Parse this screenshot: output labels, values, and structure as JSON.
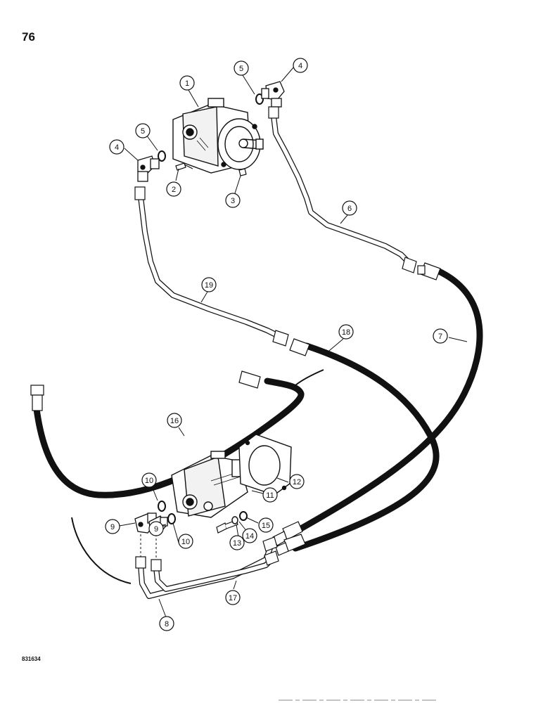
{
  "page_number": "76",
  "figure_code": "831634",
  "callouts": [
    {
      "label": "1"
    },
    {
      "label": "2"
    },
    {
      "label": "3"
    },
    {
      "label": "4"
    },
    {
      "label": "4"
    },
    {
      "label": "5"
    },
    {
      "label": "5"
    },
    {
      "label": "6"
    },
    {
      "label": "7"
    },
    {
      "label": "8"
    },
    {
      "label": "9"
    },
    {
      "label": "9"
    },
    {
      "label": "10"
    },
    {
      "label": "10"
    },
    {
      "label": "11"
    },
    {
      "label": "12"
    },
    {
      "label": "13"
    },
    {
      "label": "14"
    },
    {
      "label": "15"
    },
    {
      "label": "16"
    },
    {
      "label": "17"
    },
    {
      "label": "18"
    },
    {
      "label": "19"
    }
  ]
}
